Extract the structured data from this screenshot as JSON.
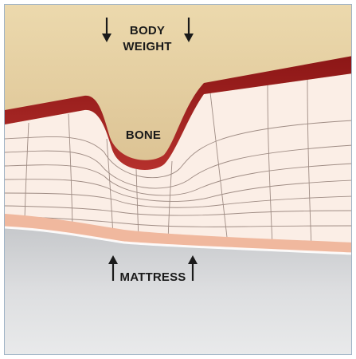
{
  "diagram": {
    "labels": {
      "body_weight_line1": "BODY",
      "body_weight_line2": "WEIGHT",
      "bone": "BONE",
      "mattress": "MATTRESS"
    },
    "colors": {
      "body": "#e3cfa0",
      "bone": "#a3201f",
      "tissue": "#fbeee6",
      "tissue_grid": "#8f7b73",
      "skin": "#f0b89e",
      "mattress": "#d3d4d6",
      "frame": "#9fb3c6"
    },
    "icons": {
      "weight_arrows": "arrow-down-icon",
      "support_arrows": "arrow-up-icon"
    }
  }
}
